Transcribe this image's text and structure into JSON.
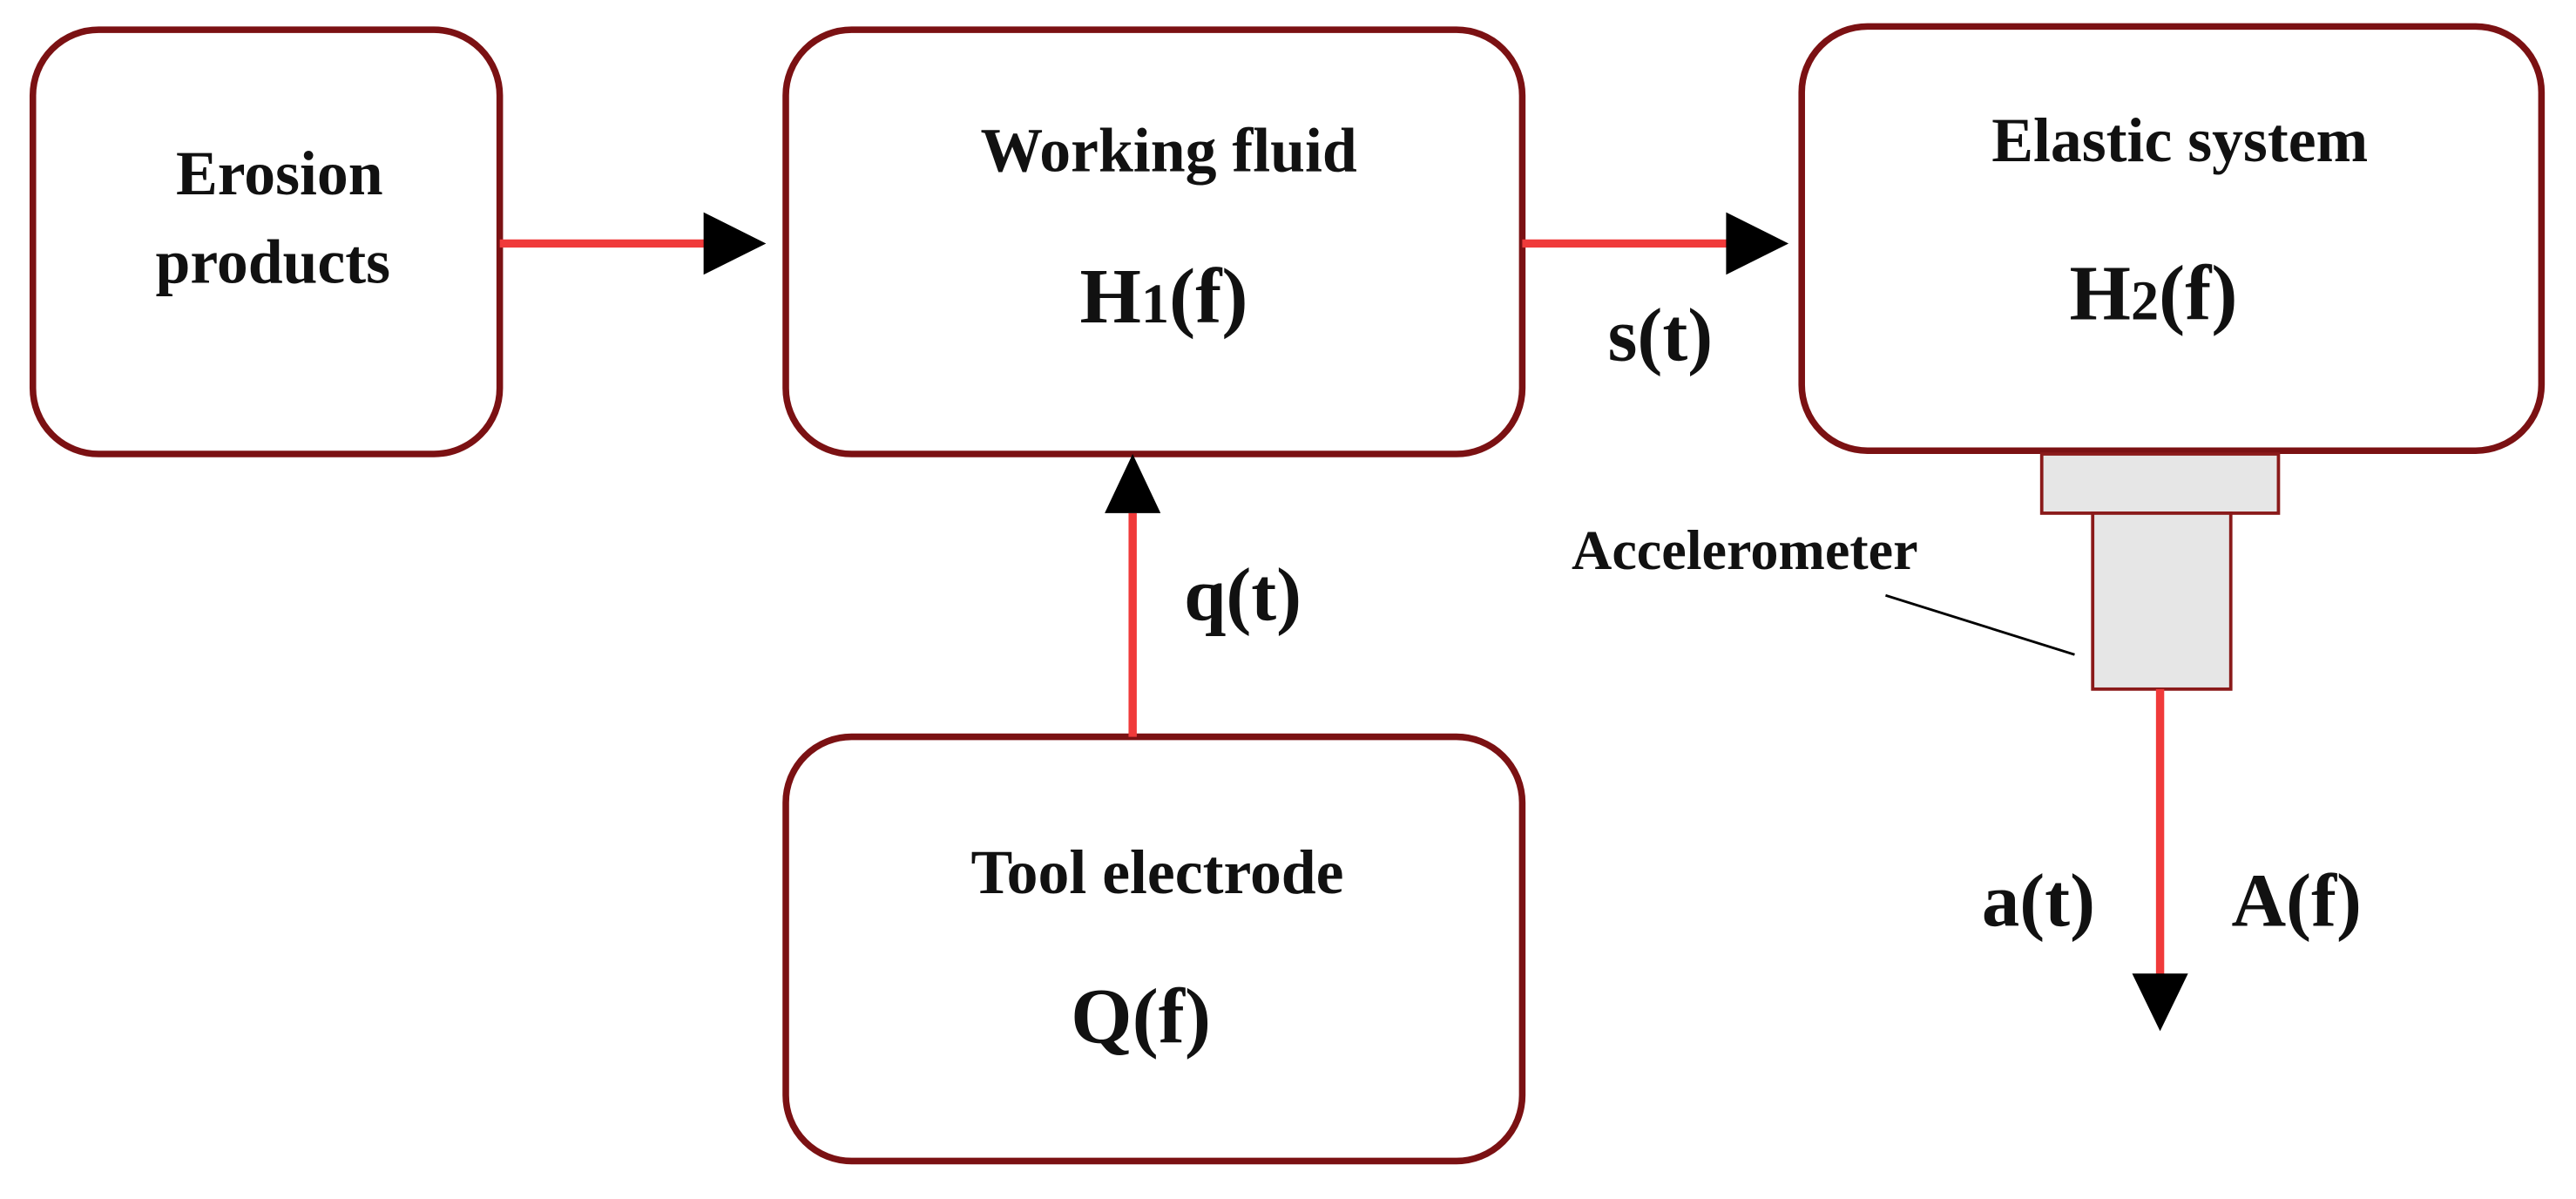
{
  "colors": {
    "box_stroke": "#7b1113",
    "connector": "#f03a3a",
    "arrowhead": "#000000",
    "sensor_fill": "#e6e6e6",
    "sensor_stroke": "#8a1a1a",
    "text": "#111111"
  },
  "blocks": {
    "erosion_products": {
      "line1": "Erosion",
      "line2": "products"
    },
    "working_fluid": {
      "title": "Working fluid",
      "transfer_base": "H",
      "transfer_sub": "1",
      "transfer_arg": "(f)"
    },
    "elastic_system": {
      "title": "Elastic system",
      "transfer_base": "H",
      "transfer_sub": "2",
      "transfer_arg": "(f)"
    },
    "tool_electrode": {
      "title": "Tool electrode",
      "transfer": "Q(f)"
    }
  },
  "signals": {
    "s": "s(t)",
    "q": "q(t)",
    "a": "a(t)",
    "A": "A(f)"
  },
  "sensor": {
    "label": "Accelerometer"
  }
}
